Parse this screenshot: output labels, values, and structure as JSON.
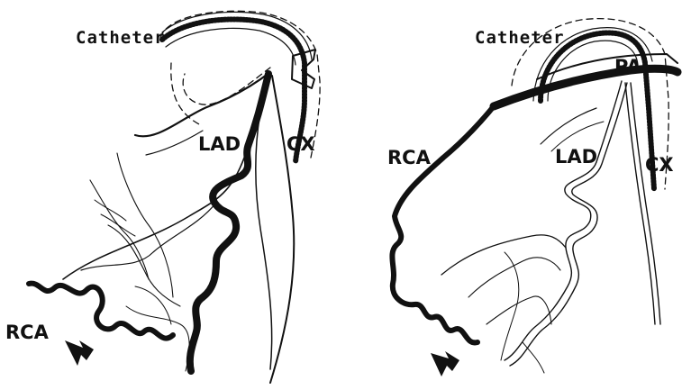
{
  "left_panel": {
    "catheter": "Catheter",
    "lad": "LAD",
    "cx": "CX",
    "rca": "RCA"
  },
  "right_panel": {
    "catheter": "Catheter",
    "pa": "PA",
    "rca": "RCA",
    "lad": "LAD",
    "cx": "CX"
  },
  "colors": {
    "ink": "#111111",
    "background": "#ffffff"
  }
}
